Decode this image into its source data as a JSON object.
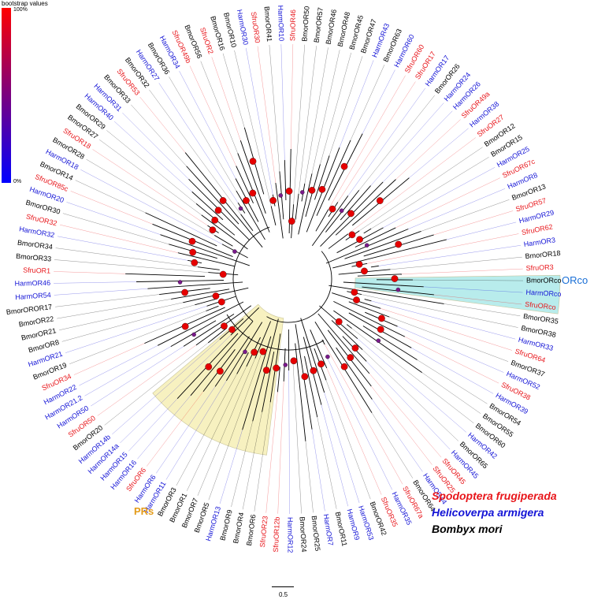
{
  "legend": {
    "title": "bootstrap values",
    "high_label": "100%",
    "low_label": "0%",
    "gradient_colors": [
      "#ff0000",
      "#7a0080",
      "#0000ff"
    ]
  },
  "species": {
    "sfru": {
      "name": "Spodoptera  frugiperada",
      "color": "#e8161b"
    },
    "harm": {
      "name": "Helicoverpa armigera",
      "color": "#1414d6"
    },
    "bmor": {
      "name": "Bombyx mori",
      "color": "#000000"
    }
  },
  "clade_labels": {
    "orco": "ORco",
    "prs": "PRs"
  },
  "highlight_colors": {
    "orco": "#b8ecec",
    "prs": "#f7f1c0"
  },
  "scale_bar": "0.5",
  "leaves": [
    {
      "name": "BmorOR50",
      "sp": "bmor"
    },
    {
      "name": "BmorOR57",
      "sp": "bmor"
    },
    {
      "name": "BmorOR46",
      "sp": "bmor"
    },
    {
      "name": "BmorOR48",
      "sp": "bmor"
    },
    {
      "name": "BmorOR45",
      "sp": "bmor"
    },
    {
      "name": "BmorOR47",
      "sp": "bmor"
    },
    {
      "name": "HarmOR43",
      "sp": "harm"
    },
    {
      "name": "BmorOR63",
      "sp": "bmor"
    },
    {
      "name": "HarmOR60",
      "sp": "harm"
    },
    {
      "name": "SfruOR60",
      "sp": "sfru"
    },
    {
      "name": "SfruOR17",
      "sp": "sfru"
    },
    {
      "name": "HarmOR17",
      "sp": "harm"
    },
    {
      "name": "BmorOR26",
      "sp": "bmor"
    },
    {
      "name": "HarmOR24",
      "sp": "harm"
    },
    {
      "name": "HarmOR26",
      "sp": "harm"
    },
    {
      "name": "SfruOR49a",
      "sp": "sfru"
    },
    {
      "name": "HarmOR38",
      "sp": "harm"
    },
    {
      "name": "SfruOR27",
      "sp": "sfru"
    },
    {
      "name": "BmorOR12",
      "sp": "bmor"
    },
    {
      "name": "BmorOR15",
      "sp": "bmor"
    },
    {
      "name": "HarmOR25",
      "sp": "harm"
    },
    {
      "name": "SfruOR67c",
      "sp": "sfru"
    },
    {
      "name": "HarmOR8",
      "sp": "harm"
    },
    {
      "name": "BmorOR13",
      "sp": "bmor"
    },
    {
      "name": "SfruOR57",
      "sp": "sfru"
    },
    {
      "name": "HarmOR29",
      "sp": "harm"
    },
    {
      "name": "SfruOR62",
      "sp": "sfru"
    },
    {
      "name": "HarmOR3",
      "sp": "harm"
    },
    {
      "name": "BmorOR18",
      "sp": "bmor"
    },
    {
      "name": "SfruOR3",
      "sp": "sfru"
    },
    {
      "name": "BmorORco",
      "sp": "bmor"
    },
    {
      "name": "HarmORco",
      "sp": "harm"
    },
    {
      "name": "SfruORco",
      "sp": "sfru"
    },
    {
      "name": "BmorOR35",
      "sp": "bmor"
    },
    {
      "name": "BmorOR38",
      "sp": "bmor"
    },
    {
      "name": "HarmOR33",
      "sp": "harm"
    },
    {
      "name": "SfruOR64",
      "sp": "sfru"
    },
    {
      "name": "BmorOR37",
      "sp": "bmor"
    },
    {
      "name": "HarmOR52",
      "sp": "harm"
    },
    {
      "name": "SfruOR38",
      "sp": "sfru"
    },
    {
      "name": "HarmOR39",
      "sp": "harm"
    },
    {
      "name": "BmorOR54",
      "sp": "bmor"
    },
    {
      "name": "BmorOR55",
      "sp": "bmor"
    },
    {
      "name": "BmorOR60",
      "sp": "bmor"
    },
    {
      "name": "HarmOR42",
      "sp": "harm"
    },
    {
      "name": "BmorOR65",
      "sp": "bmor"
    },
    {
      "name": "HarmOR45",
      "sp": "harm"
    },
    {
      "name": "SfruOR45",
      "sp": "sfru"
    },
    {
      "name": "SfruOR25",
      "sp": "sfru"
    },
    {
      "name": "HarmOR44",
      "sp": "harm"
    },
    {
      "name": "BmorOR64",
      "sp": "bmor"
    },
    {
      "name": "SfruOR67a",
      "sp": "sfru"
    },
    {
      "name": "HarmOR35",
      "sp": "harm"
    },
    {
      "name": "SfruOR35",
      "sp": "sfru"
    },
    {
      "name": "BmorOR42",
      "sp": "bmor"
    },
    {
      "name": "HarmOR53",
      "sp": "harm"
    },
    {
      "name": "HarmOR9",
      "sp": "harm"
    },
    {
      "name": "BmorOR11",
      "sp": "bmor"
    },
    {
      "name": "HarmOR7",
      "sp": "harm"
    },
    {
      "name": "BmorOR25",
      "sp": "bmor"
    },
    {
      "name": "BmorOR24",
      "sp": "bmor"
    },
    {
      "name": "HarmOR12",
      "sp": "harm"
    },
    {
      "name": "SfruOR12b",
      "sp": "sfru"
    },
    {
      "name": "SfruOR23",
      "sp": "sfru"
    },
    {
      "name": "BmorOR6",
      "sp": "bmor"
    },
    {
      "name": "BmorOR4",
      "sp": "bmor"
    },
    {
      "name": "BmorOR9",
      "sp": "bmor"
    },
    {
      "name": "HarmOR13",
      "sp": "harm"
    },
    {
      "name": "BmorOR5",
      "sp": "bmor"
    },
    {
      "name": "BmorOR7",
      "sp": "bmor"
    },
    {
      "name": "BmorOR1",
      "sp": "bmor"
    },
    {
      "name": "BmorOR3",
      "sp": "bmor"
    },
    {
      "name": "HarmOR11",
      "sp": "harm"
    },
    {
      "name": "HarmOR6",
      "sp": "harm"
    },
    {
      "name": "SfruOR6",
      "sp": "sfru"
    },
    {
      "name": "HarmOR16",
      "sp": "harm"
    },
    {
      "name": "HarmOR15",
      "sp": "harm"
    },
    {
      "name": "HarmOR14a",
      "sp": "harm"
    },
    {
      "name": "HarmOR14b",
      "sp": "harm"
    },
    {
      "name": "BmorOR20",
      "sp": "bmor"
    },
    {
      "name": "SfruOR50",
      "sp": "sfru"
    },
    {
      "name": "HarmOR50",
      "sp": "harm"
    },
    {
      "name": "HarmOR21.2",
      "sp": "harm"
    },
    {
      "name": "HarmOR22",
      "sp": "harm"
    },
    {
      "name": "SfruOR34",
      "sp": "sfru"
    },
    {
      "name": "BmorOR19",
      "sp": "bmor"
    },
    {
      "name": "HarmOR21",
      "sp": "harm"
    },
    {
      "name": "BmorOR8",
      "sp": "bmor"
    },
    {
      "name": "BmorOR21",
      "sp": "bmor"
    },
    {
      "name": "BmorOR22",
      "sp": "bmor"
    },
    {
      "name": "BmorOROR17",
      "sp": "bmor"
    },
    {
      "name": "HarmOR54",
      "sp": "harm"
    },
    {
      "name": "HarmOR46",
      "sp": "harm"
    },
    {
      "name": "SfruOR1",
      "sp": "sfru"
    },
    {
      "name": "BmorOR33",
      "sp": "bmor"
    },
    {
      "name": "BmorOR34",
      "sp": "bmor"
    },
    {
      "name": "HarmOR32",
      "sp": "harm"
    },
    {
      "name": "SfruOR32",
      "sp": "sfru"
    },
    {
      "name": "BmorOR30",
      "sp": "bmor"
    },
    {
      "name": "HarmOR20",
      "sp": "harm"
    },
    {
      "name": "SfruOR85c",
      "sp": "sfru"
    },
    {
      "name": "BmorOR14",
      "sp": "bmor"
    },
    {
      "name": "HarmOR18",
      "sp": "harm"
    },
    {
      "name": "BmorOR28",
      "sp": "bmor"
    },
    {
      "name": "SfruOR18",
      "sp": "sfru"
    },
    {
      "name": "BmorOR27",
      "sp": "bmor"
    },
    {
      "name": "BmorOR29",
      "sp": "bmor"
    },
    {
      "name": "HarmOR40",
      "sp": "harm"
    },
    {
      "name": "HarmOR31",
      "sp": "harm"
    },
    {
      "name": "BmorOR33",
      "sp": "bmor"
    },
    {
      "name": "SfruOR53",
      "sp": "sfru"
    },
    {
      "name": "BmorOR32",
      "sp": "bmor"
    },
    {
      "name": "HarmOR27",
      "sp": "harm"
    },
    {
      "name": "BmorOR36",
      "sp": "bmor"
    },
    {
      "name": "HarmOR34",
      "sp": "harm"
    },
    {
      "name": "SfruOR49b",
      "sp": "sfru"
    },
    {
      "name": "BmorOR56",
      "sp": "bmor"
    },
    {
      "name": "SfruOR2",
      "sp": "sfru"
    },
    {
      "name": "BmorOR16",
      "sp": "bmor"
    },
    {
      "name": "BmorOR10",
      "sp": "bmor"
    },
    {
      "name": "HarmOR30",
      "sp": "harm"
    },
    {
      "name": "SfruOR30",
      "sp": "sfru"
    },
    {
      "name": "BmorOR41",
      "sp": "bmor"
    },
    {
      "name": "HarmOR10",
      "sp": "harm"
    },
    {
      "name": "SfruOR46",
      "sp": "sfru"
    }
  ]
}
